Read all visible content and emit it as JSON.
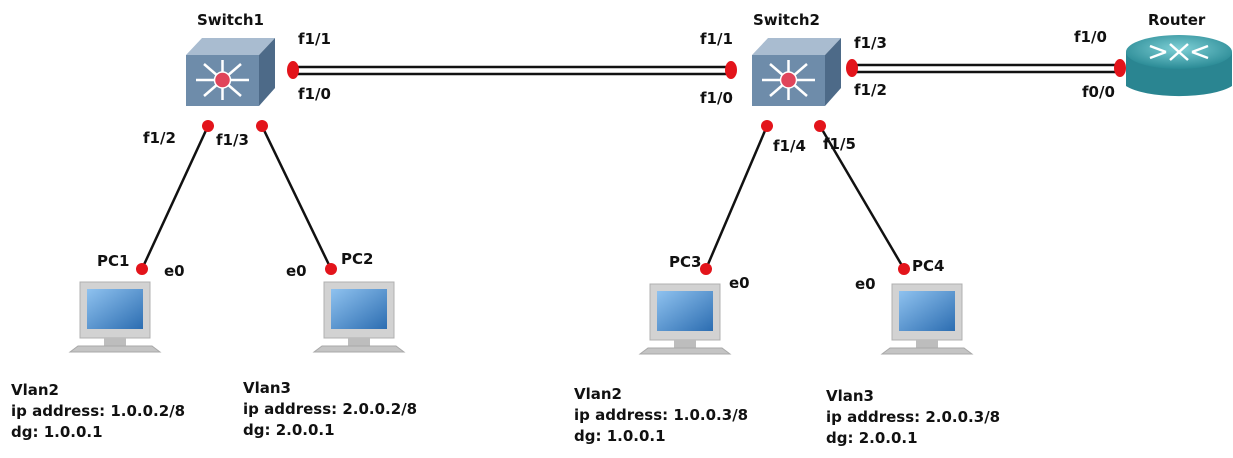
{
  "devices": {
    "switch1": {
      "name": "Switch1"
    },
    "switch2": {
      "name": "Switch2"
    },
    "router": {
      "name": "Router"
    },
    "pc1": {
      "name": "PC1",
      "port": "e0"
    },
    "pc2": {
      "name": "PC2",
      "port": "e0"
    },
    "pc3": {
      "name": "PC3",
      "port": "e0"
    },
    "pc4": {
      "name": "PC4",
      "port": "e0"
    }
  },
  "ports": {
    "sw1_f1_1": "f1/1",
    "sw1_f1_0": "f1/0",
    "sw1_f1_2": "f1/2",
    "sw1_f1_3": "f1/3",
    "sw2_f1_1": "f1/1",
    "sw2_f1_0": "f1/0",
    "sw2_f1_3": "f1/3",
    "sw2_f1_2": "f1/2",
    "sw2_f1_4": "f1/4",
    "sw2_f1_5": "f1/5",
    "router_f1_0": "f1/0",
    "router_f0_0": "f0/0"
  },
  "hosts": {
    "pc1": {
      "vlan": "Vlan2",
      "ip": "ip address: 1.0.0.2/8",
      "dg": "dg: 1.0.0.1"
    },
    "pc2": {
      "vlan": "Vlan3",
      "ip": "ip address: 2.0.0.2/8",
      "dg": "dg: 2.0.0.1"
    },
    "pc3": {
      "vlan": "Vlan2",
      "ip": "ip address: 1.0.0.3/8",
      "dg": "dg: 1.0.0.1"
    },
    "pc4": {
      "vlan": "Vlan3",
      "ip": "ip address: 2.0.0.3/8",
      "dg": "dg: 2.0.0.1"
    }
  },
  "colors": {
    "link": "#111111",
    "port_dot": "#e3141b",
    "switch_body": "#6e8caa",
    "router_body": "#3c9ea8",
    "pc_frame": "#c9c9c9",
    "pc_screen": "#3f7fc0"
  }
}
